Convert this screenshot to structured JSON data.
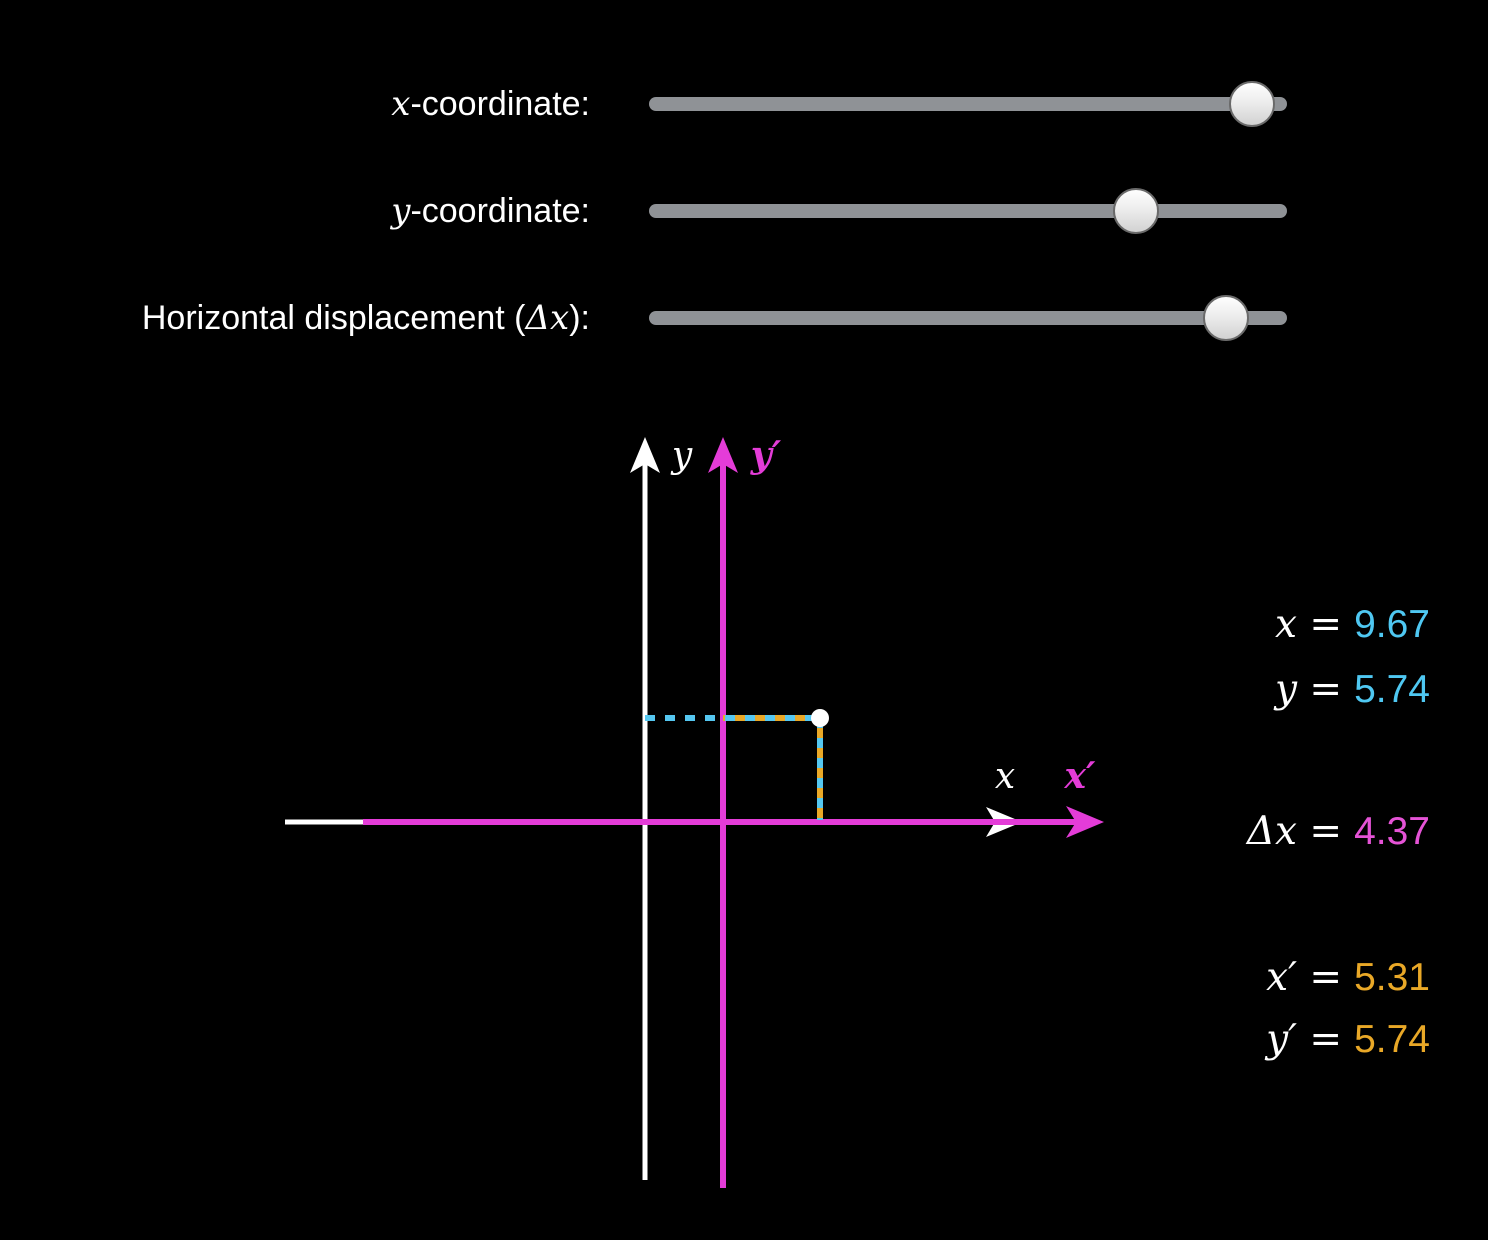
{
  "app": {
    "background_color": "#000000",
    "text_color": "#ffffff"
  },
  "colors": {
    "cyan": "#4fc8f2",
    "magenta": "#e43cd8",
    "orange": "#e9a827",
    "white": "#ffffff",
    "slider_track_gray": "#8f9296"
  },
  "sliders": [
    {
      "id": "x-coordinate",
      "label_prefix": "",
      "label_var": "x",
      "label_suffix": "-coordinate:",
      "fraction": 0.945
    },
    {
      "id": "y-coordinate",
      "label_prefix": "",
      "label_var": "y",
      "label_suffix": "-coordinate:",
      "fraction": 0.763
    },
    {
      "id": "horizontal-displacement",
      "label_prefix": "Horizontal displacement (",
      "label_var": "Δx",
      "label_suffix": "):",
      "fraction": 0.904
    }
  ],
  "readouts": [
    {
      "label": "x =",
      "value": "9.67",
      "color": "cyan"
    },
    {
      "label": "y =",
      "value": "5.74",
      "color": "cyan"
    },
    {
      "label": "Δx =",
      "value": "4.37",
      "color": "magenta"
    },
    {
      "label": "x′ =",
      "value": "5.31",
      "color": "orange"
    },
    {
      "label": "y′ =",
      "value": "5.74",
      "color": "orange"
    }
  ],
  "plot": {
    "axis_labels": {
      "y": "y",
      "y_prime": "y′",
      "x": "x",
      "x_prime": "x′"
    },
    "point": {
      "x": "9.67",
      "y": "5.74",
      "x_prime": "5.31",
      "y_prime": "5.74",
      "dx": "4.37"
    }
  }
}
